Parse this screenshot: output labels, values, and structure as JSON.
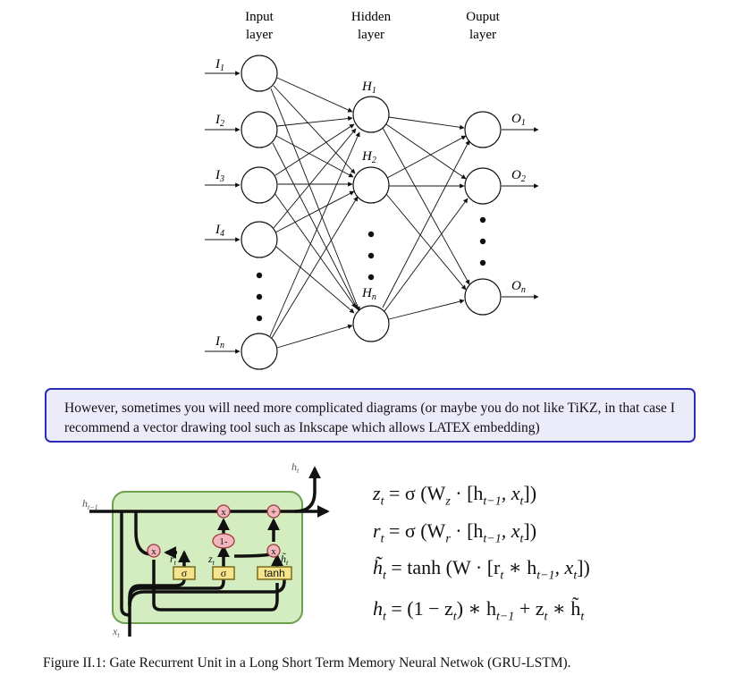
{
  "nn_diagram": {
    "input_header": [
      "Input",
      "layer"
    ],
    "hidden_header": [
      "Hidden",
      "layer"
    ],
    "output_header": [
      "Ouput",
      "layer"
    ],
    "inputs": [
      {
        "base": "I",
        "sub": "1"
      },
      {
        "base": "I",
        "sub": "2"
      },
      {
        "base": "I",
        "sub": "3"
      },
      {
        "base": "I",
        "sub": "4"
      },
      {
        "base": "I",
        "sub": "n"
      }
    ],
    "hidden": [
      {
        "base": "H",
        "sub": "1"
      },
      {
        "base": "H",
        "sub": "2"
      },
      {
        "base": "H",
        "sub": "n"
      }
    ],
    "outputs": [
      {
        "base": "O",
        "sub": "1"
      },
      {
        "base": "O",
        "sub": "2"
      },
      {
        "base": "O",
        "sub": "n"
      }
    ]
  },
  "note": {
    "text_before": "However, sometimes you will need more complicated diagrams (or maybe you do not like TiKZ, in that case I recommend a vector drawing tool such as Inkscape which allows ",
    "latex": "LATEX",
    "text_after": " embedding)"
  },
  "gru_diagram": {
    "h_prev": {
      "base": "h",
      "sub": "t−1"
    },
    "h_out": {
      "base": "h",
      "sub": "t"
    },
    "x_in": {
      "base": "x",
      "sub": "t"
    },
    "r_label": {
      "base": "r",
      "sub": "t"
    },
    "z_label": {
      "base": "z",
      "sub": "t"
    },
    "htilde_label": {
      "base": "h̃",
      "sub": "t"
    },
    "ops": {
      "mult": "x",
      "plus": "+",
      "one_minus": "1-"
    },
    "gates": [
      "σ",
      "σ",
      "tanh"
    ]
  },
  "equations": {
    "z": {
      "lhs": "z",
      "lhs_sub": "t",
      "rhs": "= σ (W",
      "w_sub": "z",
      "rest": " · [h",
      "h_sub": "t−1",
      "tail": ", x",
      "x_sub": "t",
      "end": "])"
    },
    "r": {
      "lhs": "r",
      "lhs_sub": "t",
      "rhs": "= σ (W",
      "w_sub": "r",
      "rest": " · [h",
      "h_sub": "t−1",
      "tail": ", x",
      "x_sub": "t",
      "end": "])"
    },
    "htilde": {
      "lhs": "h̃",
      "lhs_sub": "t",
      "text": "= tanh (W · [r",
      "r_sub": "t",
      "mid": " ∗ h",
      "h_sub": "t−1",
      "tail": ", x",
      "x_sub": "t",
      "end": "])"
    },
    "h": {
      "lhs": "h",
      "lhs_sub": "t",
      "text": "= (1 − z",
      "z_sub": "t",
      "mid": ") ∗ h",
      "h_sub": "t−1",
      "plus": " + z",
      "z2_sub": "t",
      "star": " ∗ h̃",
      "ht_sub": "t"
    }
  },
  "caption": "Figure II.1: Gate Recurrent Unit in a Long Short Term Memory Neural Netwok (GRU-LSTM)."
}
